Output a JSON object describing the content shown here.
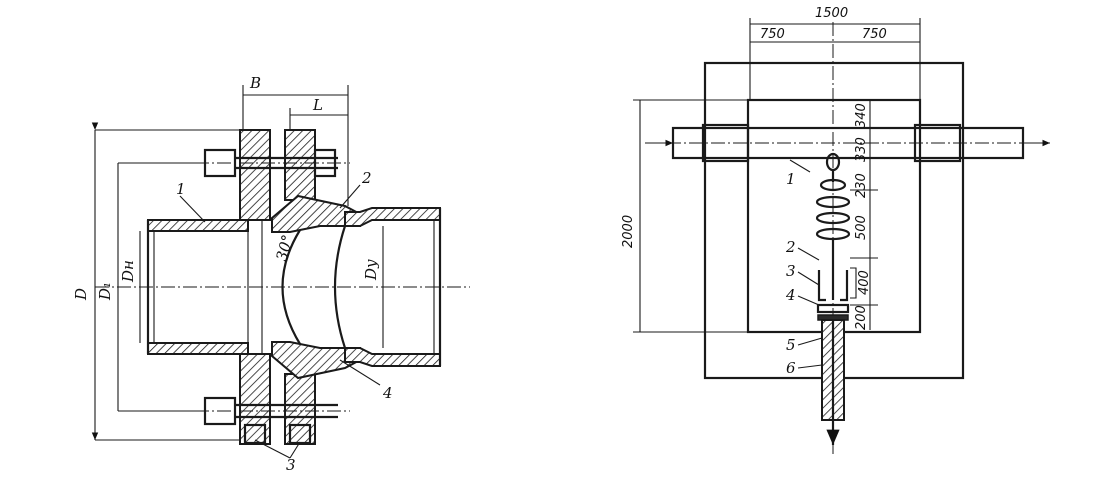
{
  "left_figure": {
    "labels": {
      "B": "B",
      "L": "L",
      "D": "D",
      "D1": "D₁",
      "Dn": "Dн",
      "Dy": "Dy",
      "angle": "30°",
      "p1": "1",
      "p2": "2",
      "p3": "3",
      "p4": "4"
    }
  },
  "right_figure": {
    "dims": {
      "total_width": "1500",
      "half_left": "750",
      "half_right": "750",
      "height": "2000",
      "d340": "340",
      "d330": "330",
      "d230": "230",
      "d500": "500",
      "d400": "400",
      "d200": "200"
    },
    "labels": {
      "p1": "1",
      "p2": "2",
      "p3": "3",
      "p4": "4",
      "p5": "5",
      "p6": "6"
    }
  }
}
